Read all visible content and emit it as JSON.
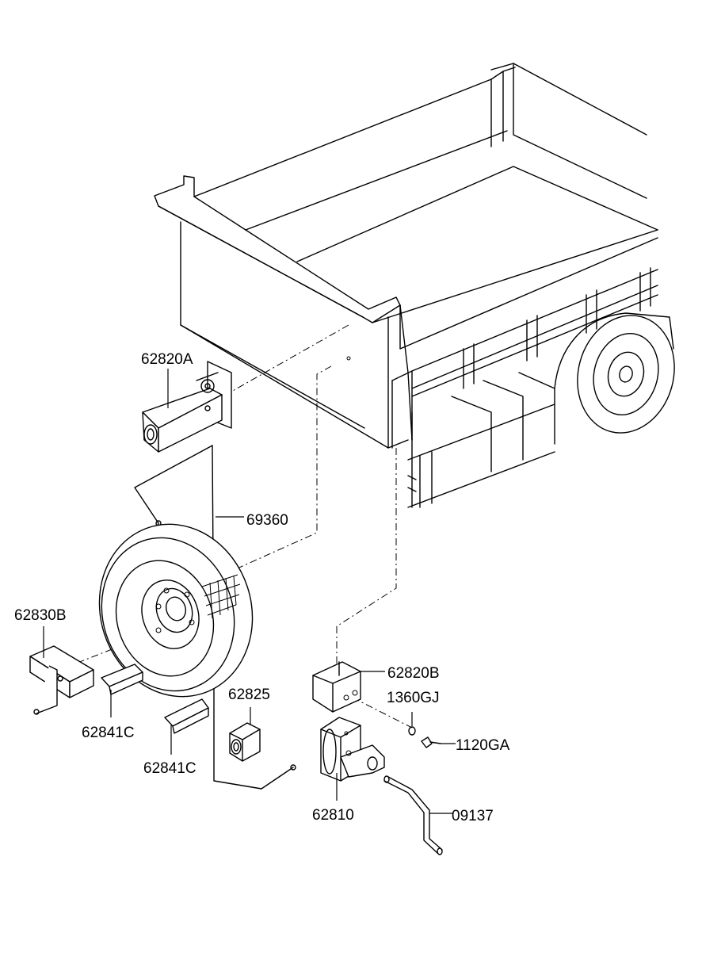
{
  "parts": [
    {
      "id": "p1",
      "number": "62820A"
    },
    {
      "id": "p2",
      "number": "69360"
    },
    {
      "id": "p3",
      "number": "62830B"
    },
    {
      "id": "p4",
      "number": "62841C"
    },
    {
      "id": "p5",
      "number": "62841C"
    },
    {
      "id": "p6",
      "number": "62825"
    },
    {
      "id": "p7",
      "number": "62820B"
    },
    {
      "id": "p8",
      "number": "1360GJ"
    },
    {
      "id": "p9",
      "number": "1120GA"
    },
    {
      "id": "p10",
      "number": "62810"
    },
    {
      "id": "p11",
      "number": "09137"
    }
  ]
}
